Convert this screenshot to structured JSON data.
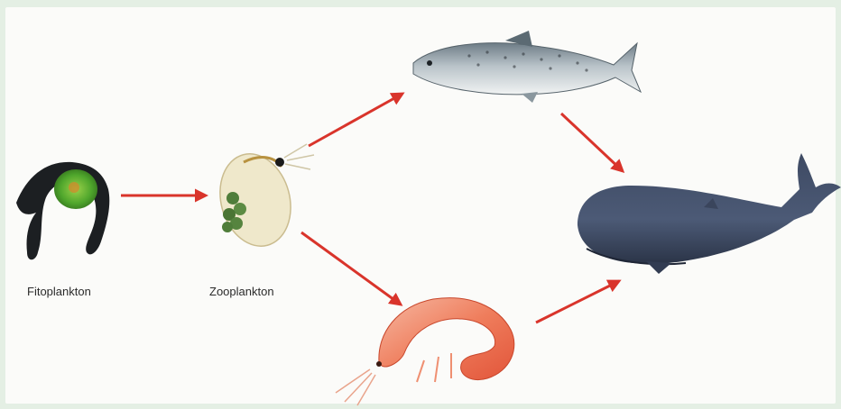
{
  "nodes": {
    "phytoplankton": {
      "label": "Fitoplankton"
    },
    "zooplankton": {
      "label": "Zooplankton"
    },
    "fish": {
      "label": ""
    },
    "shrimp": {
      "label": ""
    },
    "whale": {
      "label": ""
    }
  },
  "edges": [
    {
      "from": "phytoplankton",
      "to": "zooplankton"
    },
    {
      "from": "zooplankton",
      "to": "fish"
    },
    {
      "from": "zooplankton",
      "to": "shrimp"
    },
    {
      "from": "fish",
      "to": "whale"
    },
    {
      "from": "shrimp",
      "to": "whale"
    }
  ],
  "colors": {
    "arrow": "#d9342b",
    "background": "#fbfbf9",
    "frame": "#e4efe4"
  }
}
